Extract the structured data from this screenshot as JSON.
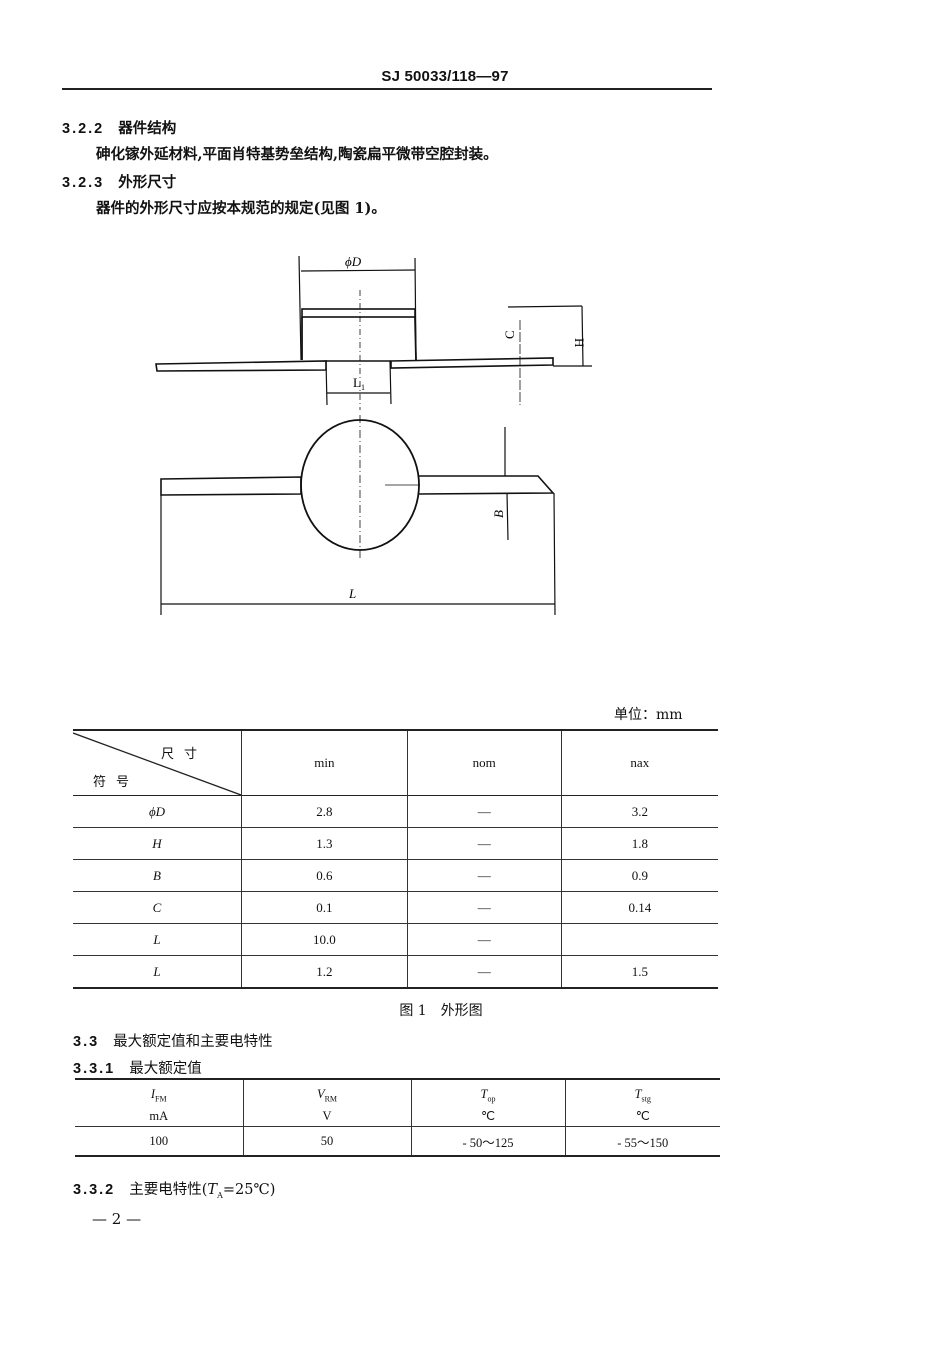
{
  "header": {
    "doc_id": "SJ 50033/118—97"
  },
  "sections": [
    {
      "num": "3.2.2",
      "title": "器件结构",
      "body": "砷化镓外延材料,平面肖特基势垒结构,陶瓷扁平微带空腔封装。"
    },
    {
      "num": "3.2.3",
      "title": "外形尺寸",
      "body": "器件的外形尺寸应按本规范的规定(见图 1)。"
    }
  ],
  "figure": {
    "labels": {
      "phiD": "ϕD",
      "L1": "L",
      "L1_sub": "1",
      "C": "C",
      "H": "H",
      "B": "B",
      "L": "L"
    },
    "caption": "图 1　外形图"
  },
  "dimension_table": {
    "unit": "单位：mm",
    "corner_top": "尺寸",
    "corner_bottom": "符号",
    "columns": [
      "min",
      "nom",
      "nax"
    ],
    "rows": [
      {
        "symbol": "ϕD",
        "min": "2.8",
        "nom": "—",
        "max": "3.2"
      },
      {
        "symbol": "H",
        "min": "1.3",
        "nom": "—",
        "max": "1.8"
      },
      {
        "symbol": "B",
        "min": "0.6",
        "nom": "—",
        "max": "0.9"
      },
      {
        "symbol": "C",
        "min": "0.1",
        "nom": "—",
        "max": "0.14"
      },
      {
        "symbol": "L",
        "min": "10.0",
        "nom": "—",
        "max": ""
      },
      {
        "symbol": "L",
        "min": "1.2",
        "nom": "—",
        "max": "1.5"
      }
    ]
  },
  "section_3_3": {
    "num": "3.3",
    "title": "最大额定值和主要电特性"
  },
  "section_3_3_1": {
    "num": "3.3.1",
    "title": "最大额定值"
  },
  "ratings_table": {
    "columns": [
      {
        "sym": "I",
        "sub": "FM",
        "unit": "mA",
        "value": "100"
      },
      {
        "sym": "V",
        "sub": "RM",
        "unit": "V",
        "value": "50"
      },
      {
        "sym": "T",
        "sub": "op",
        "unit": "℃",
        "value": "- 50～125"
      },
      {
        "sym": "T",
        "sub": "stg",
        "unit": "℃",
        "value": "- 55～150"
      }
    ]
  },
  "section_3_3_2": {
    "num": "3.3.2",
    "title_pre": "主要电特性(",
    "sym": "T",
    "sub": "A",
    "title_post": "=25℃)"
  },
  "footer": {
    "page": "— 2 —"
  }
}
